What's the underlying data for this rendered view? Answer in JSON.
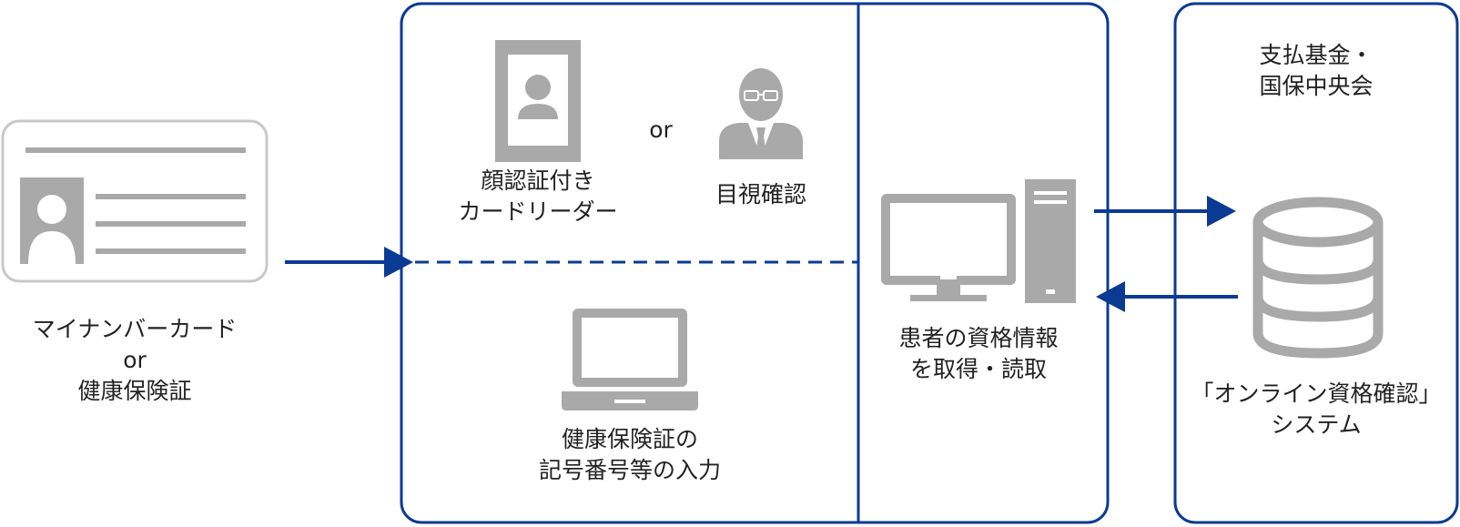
{
  "source": {
    "label_line1": "マイナンバーカード",
    "label_line2": "or",
    "label_line3": "健康保険証"
  },
  "clinic": {
    "face_reader_line1": "顔認証付き",
    "face_reader_line2": "カードリーダー",
    "or_text": "or",
    "visual_check": "目視確認",
    "manual_entry_line1": "健康保険証の",
    "manual_entry_line2": "記号番号等の入力",
    "pc_line1": "患者の資格情報",
    "pc_line2": "を取得・読取"
  },
  "backend": {
    "org_line1": "支払基金・",
    "org_line2": "国保中央会",
    "system_line1": "「オンライン資格確認」",
    "system_line2": "システム"
  },
  "colors": {
    "accent": "#0b3a93",
    "icon_gray": "#a9a9a9",
    "card_border": "#c8c8c8"
  }
}
